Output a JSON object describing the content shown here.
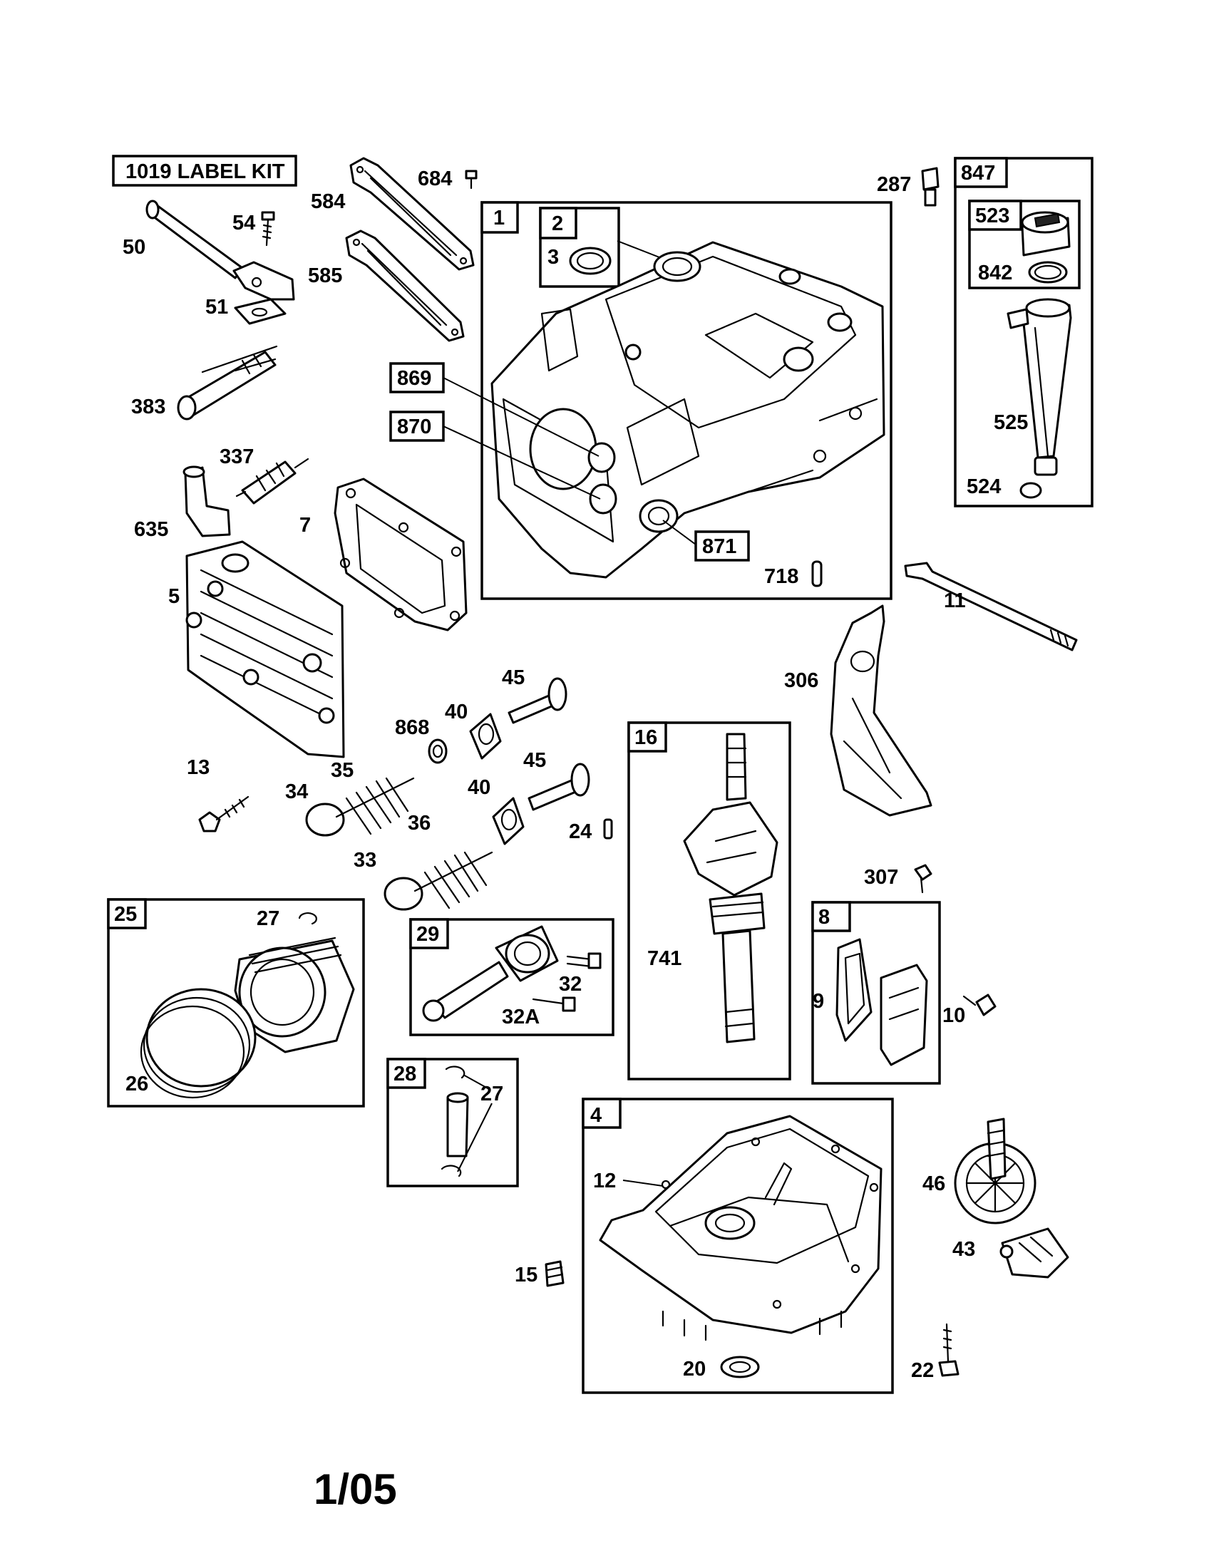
{
  "label_kit": "1019 LABEL KIT",
  "page_number": "1/05",
  "boxes": {
    "b1": "1",
    "b2": "2",
    "b847": "847",
    "b523": "523",
    "b16": "16",
    "b25": "25",
    "b29": "29",
    "b28": "28",
    "b8": "8",
    "b4": "4"
  },
  "callouts": {
    "c869": "869",
    "c870": "870",
    "c871": "871"
  },
  "labels": {
    "l684": "684",
    "l584": "584",
    "l585": "585",
    "l54": "54",
    "l50": "50",
    "l51": "51",
    "l383": "383",
    "l337": "337",
    "l635": "635",
    "l7": "7",
    "l5": "5",
    "l3": "3",
    "l718": "718",
    "l287": "287",
    "l842": "842",
    "l525": "525",
    "l524": "524",
    "l11": "11",
    "l306": "306",
    "l45a": "45",
    "l40a": "40",
    "l868": "868",
    "l45b": "45",
    "l40b": "40",
    "l13": "13",
    "l35": "35",
    "l34": "34",
    "l36": "36",
    "l33": "33",
    "l24": "24",
    "l741": "741",
    "l307": "307",
    "l27a": "27",
    "l26": "26",
    "l32": "32",
    "l32a": "32A",
    "l27b": "27",
    "l9": "9",
    "l10": "10",
    "l12": "12",
    "l15": "15",
    "l20": "20",
    "l46": "46",
    "l43": "43",
    "l22": "22"
  }
}
